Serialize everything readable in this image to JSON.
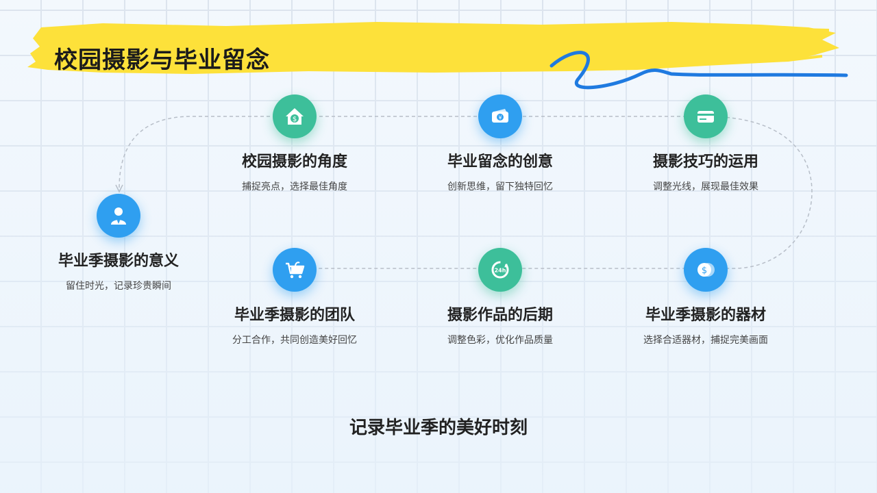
{
  "title": "校园摄影与毕业留念",
  "footer": "记录毕业季的美好时刻",
  "colors": {
    "brush": "#fde13a",
    "scribble": "#1f7ae0",
    "green": "#3dbf9a",
    "blue": "#2f9ff0"
  },
  "nodes": [
    {
      "title": "毕业季摄影的意义",
      "desc": "留住时光，记录珍贵瞬间",
      "icon": "person-icon",
      "color": "blue"
    },
    {
      "title": "校园摄影的角度",
      "desc": "捕捉亮点，选择最佳角度",
      "icon": "house-dollar-icon",
      "color": "green"
    },
    {
      "title": "毕业留念的创意",
      "desc": "创新思维，留下独特回忆",
      "icon": "yen-cash-icon",
      "color": "blue"
    },
    {
      "title": "摄影技巧的运用",
      "desc": "调整光线，展现最佳效果",
      "icon": "credit-card-icon",
      "color": "green"
    },
    {
      "title": "毕业季摄影的器材",
      "desc": "选择合适器材，捕捉完美画面",
      "icon": "coins-icon",
      "color": "blue"
    },
    {
      "title": "摄影作品的后期",
      "desc": "调整色彩，优化作品质量",
      "icon": "clock-24h-icon",
      "color": "green"
    },
    {
      "title": "毕业季摄影的团队",
      "desc": "分工合作，共同创造美好回忆",
      "icon": "shopping-cart-icon",
      "color": "blue"
    }
  ]
}
